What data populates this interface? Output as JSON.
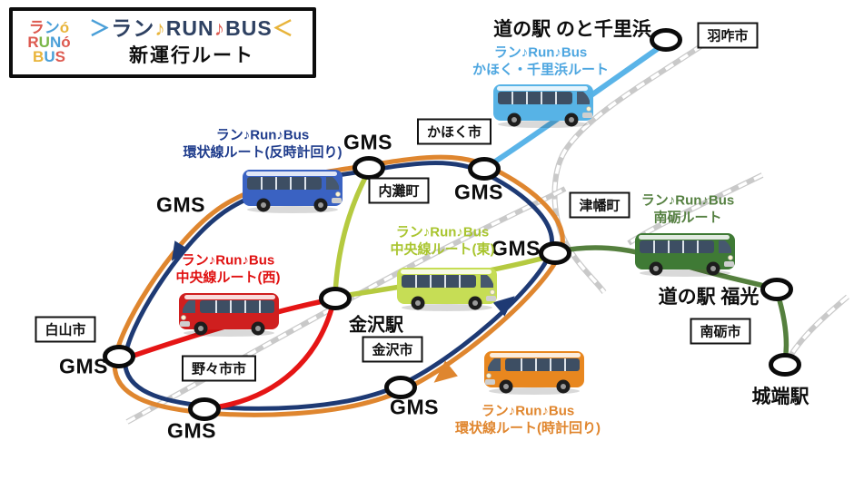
{
  "colors": {
    "loop_cw_orange": "#df862f",
    "loop_ccw_navy": "#1e3a74",
    "kahoku_blue": "#5ab4e8",
    "chuo_east_yellow_green": "#b5ca40",
    "chuo_west_red": "#e51515",
    "nanto_green": "#55803e",
    "railway_gray": "#c9c9c9"
  },
  "header": {
    "mini_logo": {
      "r1a": "ラ",
      "r1b": "ン",
      "r1c": "ó",
      "r2a": "R",
      "r2b": "U",
      "r2c": "N",
      "r2d": "ó",
      "r3a": "B",
      "r3b": "U",
      "r3c": "S"
    },
    "brand": {
      "chev_left": "＞",
      "word1": "ラン",
      "note1": "♪",
      "word2": "RUN",
      "note2": "♪",
      "word3": "BUS",
      "chev_right": "＜"
    },
    "subtitle": "新運行ルート"
  },
  "stations": {
    "gms": "GMS",
    "noto_chirihama": "道の駅 のと千里浜",
    "kanazawa_station": "金沢駅",
    "fukumitsu": "道の駅 福光",
    "johana_station": "城端駅"
  },
  "areas": {
    "hakui": "羽咋市",
    "kahoku": "かほく市",
    "uchinada": "内灘町",
    "tsubata": "津幡町",
    "kanazawa_city": "金沢市",
    "hakusan": "白山市",
    "nonoichi": "野々市市",
    "nanto": "南砺市"
  },
  "routes": {
    "kahoku_chirihama": {
      "line1": "ラン♪Run♪Bus",
      "line2": "かほく・千里浜ルート"
    },
    "loop_ccw": {
      "line1": "ラン♪Run♪Bus",
      "line2": "環状線ルート(反時計回り)"
    },
    "chuo_east": {
      "line1": "ラン♪Run♪Bus",
      "line2": "中央線ルート(東)"
    },
    "chuo_west": {
      "line1": "ラン♪Run♪Bus",
      "line2": "中央線ルート(西)"
    },
    "nanto": {
      "line1": "ラン♪Run♪Bus",
      "line2": "南砺ルート"
    },
    "loop_cw": {
      "line1": "ラン♪Run♪Bus",
      "line2": "環状線ルート(時計回り)"
    }
  }
}
